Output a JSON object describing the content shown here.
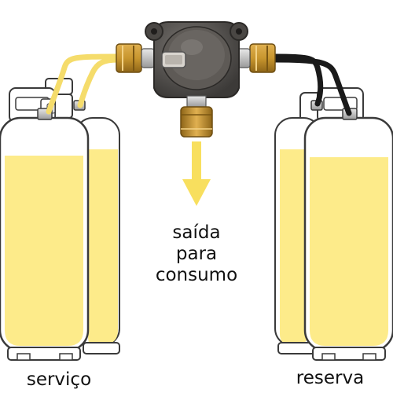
{
  "labels": {
    "service": "serviço",
    "reserve": "reserva",
    "output_lines": [
      "saída",
      "para",
      "consumo"
    ]
  },
  "cylinders": {
    "service": {
      "fill_level": 0.83
    },
    "reserve": {
      "fill_level": 0.87
    }
  },
  "colors": {
    "gas": "#fdeb8a",
    "tank_outline": "#3a3a3a",
    "service_hose": "#f5dc6b",
    "reserve_hose": "#1a1a1a",
    "regulator_body": "#55524f",
    "brass": "#c8962e",
    "arrow": "#f8df5e"
  },
  "icons": {
    "regulator": "regulator-icon",
    "flow_arrow": "down-arrow-icon"
  }
}
